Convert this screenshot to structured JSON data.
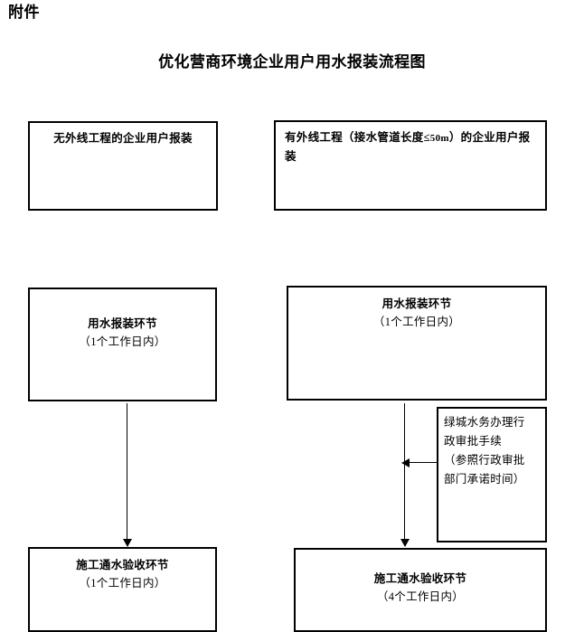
{
  "document": {
    "attachment_label": "附件",
    "title": "优化营商环境企业用户用水报装流程图"
  },
  "nodes": {
    "no_external": {
      "title": "无外线工程的企业用户报装"
    },
    "with_external": {
      "text_part1": "有外线工程（接水管道长度≤",
      "text_unit": "50m",
      "text_part2": "）的企业用户报装"
    },
    "apply_left": {
      "title": "用水报装环节",
      "duration": "（1个工作日内）"
    },
    "apply_right": {
      "title": "用水报装环节",
      "duration": "（1个工作日内）"
    },
    "approval_note": {
      "line1": "绿城水务办理行",
      "line2": "政审批手续",
      "line3": "（参照行政审批",
      "line4": "部门承诺时间）"
    },
    "accept_left": {
      "title": "施工通水验收环节",
      "duration": "（1个工作日内）"
    },
    "accept_right": {
      "title": "施工通水验收环节",
      "duration": "（4个工作日内）"
    }
  },
  "colors": {
    "line": "#000000",
    "background": "#ffffff",
    "text": "#000000"
  }
}
